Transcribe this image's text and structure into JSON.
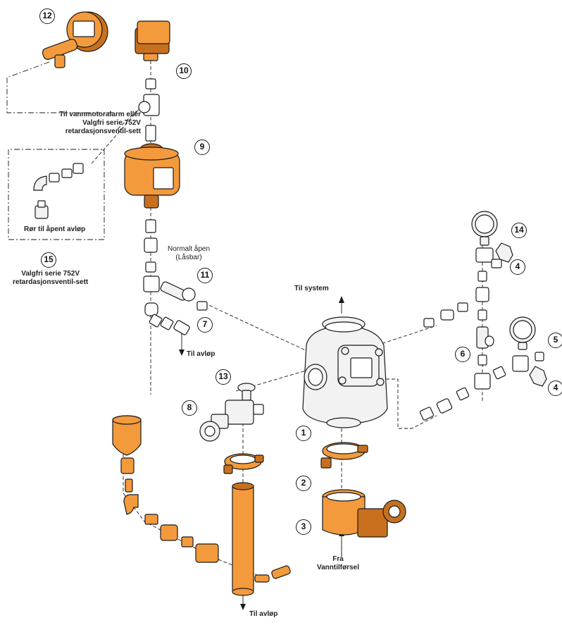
{
  "colors": {
    "orange": "#F39A3C",
    "orange_dark": "#C8701E",
    "outline": "#1a1a1a",
    "gray": "#F2F2F2"
  },
  "labels": {
    "til_vannmotor_line1": "Til vannmotoralarm eller",
    "til_vannmotor_line2": "Valgfri serie 752V",
    "til_vannmotor_line3": "retardasjonsventil-sett",
    "ror_til_apent_avlop": "Rør til åpent avløp",
    "valgfri_line1": "Valgfri serie 752V",
    "valgfri_line2": "retardasjonsventil-sett",
    "normalt_apen_line1": "Normalt åpen",
    "normalt_apen_line2": "(Låsbar)",
    "til_system": "Til system",
    "til_avlop_upper": "Til avløp",
    "til_avlop_bottom": "Til avløp",
    "fra_line1": "Fra",
    "fra_line2": "Vanntilførsel"
  },
  "callouts": [
    "1",
    "2",
    "3",
    "4",
    "4",
    "5",
    "6",
    "7",
    "8",
    "9",
    "10",
    "11",
    "12",
    "13",
    "14",
    "15"
  ]
}
